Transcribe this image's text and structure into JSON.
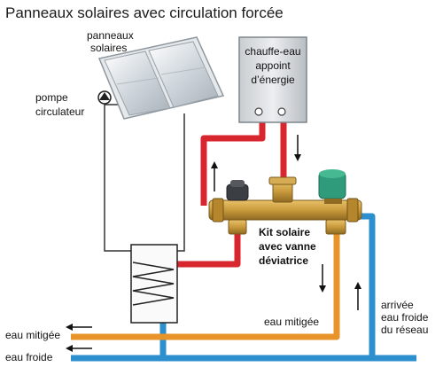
{
  "title": "Panneaux solaires avec circulation forcée",
  "labels": {
    "panneaux_line1": "panneaux",
    "panneaux_line2": "solaires",
    "pompe_line1": "pompe",
    "pompe_line2": "circulateur",
    "chauffe_line1": "chauffe-eau",
    "chauffe_line2": "appoint",
    "chauffe_line3": "d’énergie",
    "kit_line1": "Kit solaire",
    "kit_line2": "avec vanne",
    "kit_line3": "déviatrice",
    "eau_mitigee_right": "eau mitigée",
    "arrivee_line1": "arrivée",
    "arrivee_line2": "eau froide",
    "arrivee_line3": "du réseau",
    "eau_mitigee_left": "eau mitigée",
    "eau_froide": "eau froide"
  },
  "colors": {
    "hot_pipe": "#d8262e",
    "cold_pipe": "#2e8fcf",
    "mixed_pipe": "#e8942a",
    "brass": "#c99a3c",
    "valve_green": "#2f9b7a"
  },
  "icons": [
    "solar-panel-icon",
    "pump-icon",
    "water-heater-icon",
    "heat-exchanger-icon",
    "valve-icon"
  ]
}
